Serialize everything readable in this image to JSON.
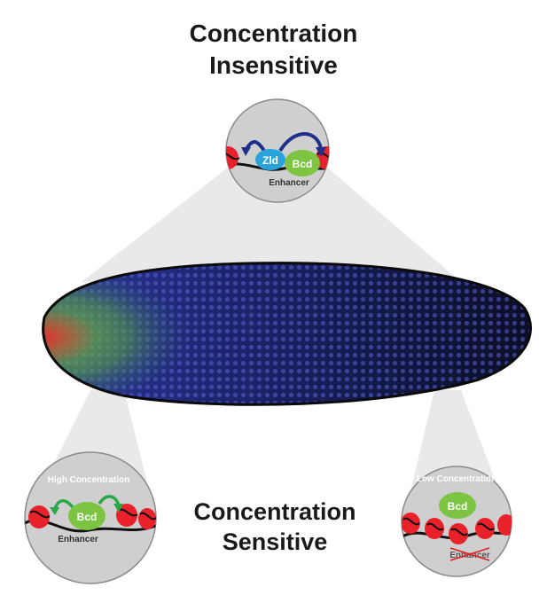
{
  "titles": {
    "top_line1": "Concentration",
    "top_line2": "Insensitive",
    "bottom_line1": "Concentration",
    "bottom_line2": "Sensitive"
  },
  "top_inset": {
    "protein_left": "Zld",
    "protein_right": "Bcd",
    "dna_label": "Enhancer"
  },
  "left_inset": {
    "heading": "High Concentration",
    "protein": "Bcd",
    "dna_label": "Enhancer"
  },
  "right_inset": {
    "heading": "Low Concentration",
    "protein": "Bcd",
    "dna_label": "Enhancer",
    "dna_label_crossed": true
  },
  "colors": {
    "embryo_background": "#14164a",
    "nuclei": "#3a47b8",
    "bcd_protein": "#7cc442",
    "zld_protein": "#2aa3dd",
    "nucleosome": "#e8212b",
    "arrow_blue": "#1f2f8a",
    "arrow_green": "#2aa84a",
    "inset_fill": "#cfcfd0",
    "callout_cone": "#e8e8ea",
    "cross_red": "#e02020"
  }
}
